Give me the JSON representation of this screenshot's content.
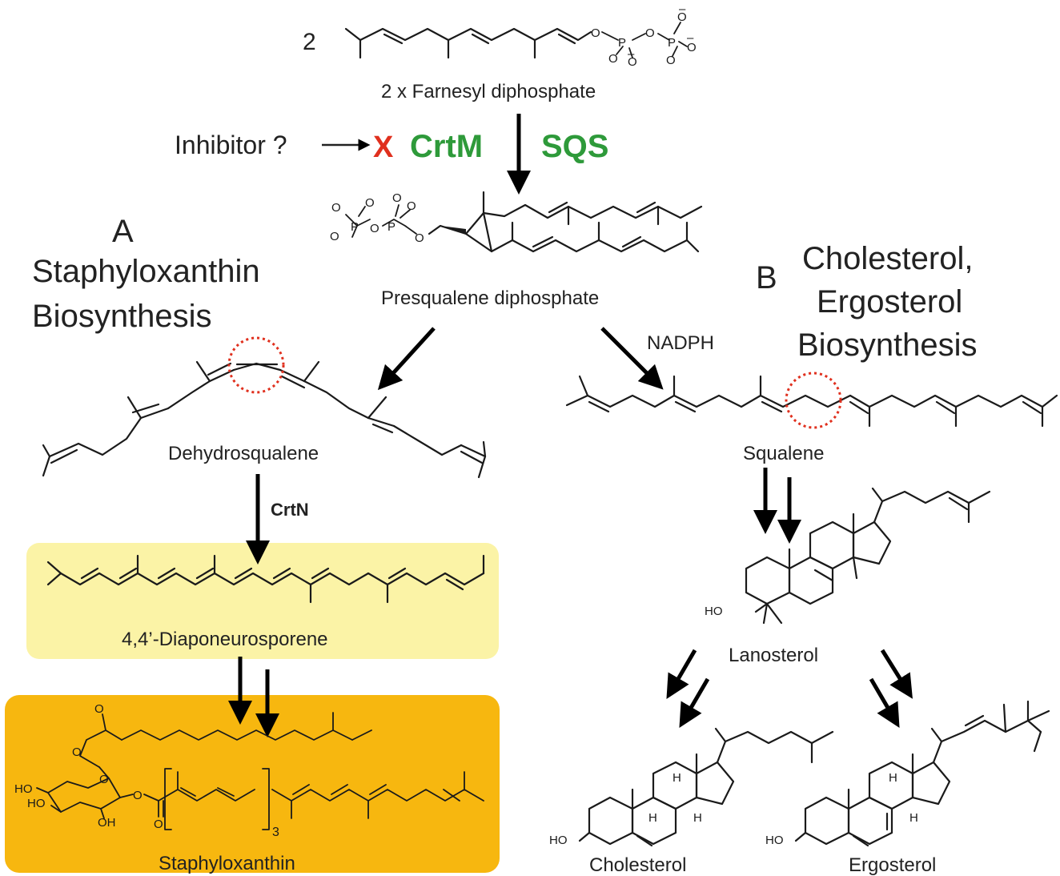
{
  "top": {
    "multiplier": "2",
    "fpp_label": "2 x Farnesyl diphosphate"
  },
  "enzyme_row": {
    "inhibitor_label": "Inhibitor ?",
    "x_mark": "X",
    "enzyme_bacterial": "CrtM",
    "enzyme_human": "SQS"
  },
  "intermediate": {
    "label": "Presqualene diphosphate"
  },
  "panel_a": {
    "letter": "A",
    "title_line1": "Staphyloxanthin",
    "title_line2": "Biosynthesis",
    "dehydrosqualene_label": "Dehydrosqualene",
    "crtn_label": "CrtN",
    "diaponeurosporene_label": "4,4’-Diaponeurosporene",
    "staphyloxanthin_label": "Staphyloxanthin",
    "repeat_subscript": "3"
  },
  "panel_b": {
    "letter": "B",
    "title_line1": "Cholesterol,",
    "title_line2": "Ergosterol",
    "title_line3": "Biosynthesis",
    "nadph_label": "NADPH",
    "squalene_label": "Squalene",
    "lanosterol_label": "Lanosterol",
    "cholesterol_label": "Cholesterol",
    "ergosterol_label": "Ergosterol"
  },
  "atoms": {
    "oxygen": "O",
    "phosphorus": "P",
    "hydroxyl": "HO",
    "hydroxyl_right": "OH",
    "hydrogen": "H",
    "minus": "–"
  },
  "colors": {
    "inhibit_red": "#e0301e",
    "enzyme_green": "#2e9a3a",
    "diaponeurosporene_box": "#fbf3a6",
    "staphyloxanthin_box": "#f7b70f",
    "highlight_circle": "#e0301e"
  }
}
